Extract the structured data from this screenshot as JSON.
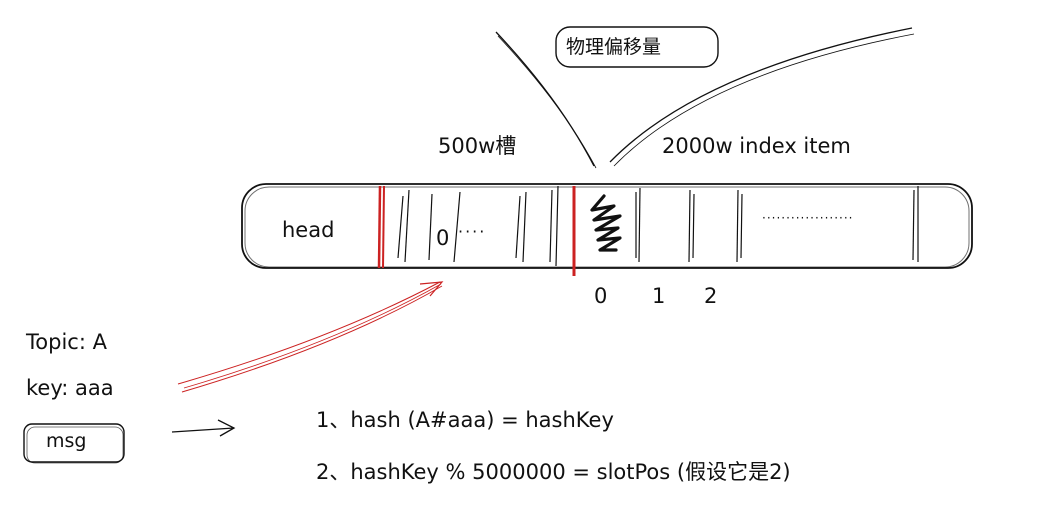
{
  "annotation_top": "物理偏移量",
  "slots_label": "500w槽",
  "items_label": "2000w index item",
  "head_label": "head",
  "slot_zero": "0",
  "slot_dots": "····",
  "item_dots": "···················",
  "item_indices": [
    "0",
    "1",
    "2"
  ],
  "topic_line": "Topic: A",
  "key_line": "key: aaa",
  "msg_label": "msg",
  "step1": "1、hash (A#aaa) = hashKey",
  "step2": "2、hashKey % 5000000 = slotPos (假设它是2)",
  "colors": {
    "ink": "#111111",
    "accent": "#cc2222"
  }
}
